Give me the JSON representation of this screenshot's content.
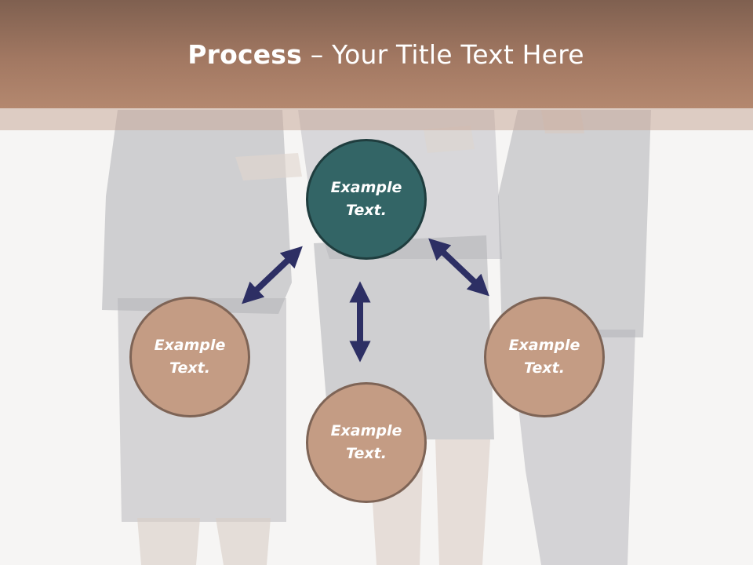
{
  "slide": {
    "title_bold": "Process",
    "title_dash": " – ",
    "title_rest": "Your Title Text Here"
  },
  "nodes": {
    "hub": {
      "line1": "Example",
      "line2": "Text."
    },
    "left": {
      "line1": "Example",
      "line2": "Text."
    },
    "bottom": {
      "line1": "Example",
      "line2": "Text."
    },
    "right": {
      "line1": "Example",
      "line2": "Text."
    }
  },
  "colors": {
    "title_bar": "#a27862",
    "hub_fill": "#336566",
    "node_fill": "#c49c84",
    "node_border": "#7e6456",
    "arrow": "#2d2f64"
  },
  "icons": {
    "arrow_left": "double-arrow-icon",
    "arrow_center": "double-arrow-icon",
    "arrow_right": "double-arrow-icon"
  }
}
